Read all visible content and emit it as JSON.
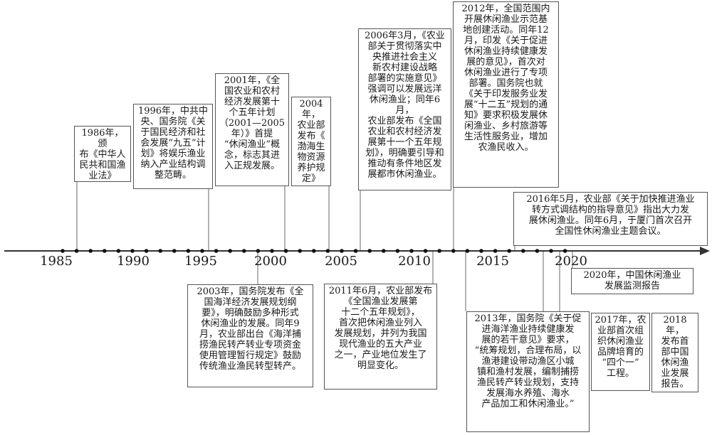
{
  "axis_years": [
    "1985",
    "1990",
    "1995",
    "2000",
    "2005",
    "2010",
    "2015",
    "2020"
  ],
  "events": [
    {
      "id": "e1986",
      "text": "1986年，颁\n布《中华人\n民共和国渔\n业法》"
    },
    {
      "id": "e1996",
      "text": "1996年，中共中\n央、国务院《关\n于国民经济和社\n会发展“九五”计\n划》将娱乐渔业\n纳入产业结构调\n整范畴。"
    },
    {
      "id": "e2001",
      "text": "2001年，《全\n国农业和农村\n经济发展第十\n个五年计划\n（2001—2005\n年）》首提\n“休闲渔业”概\n念，标志其进\n入正规发展。"
    },
    {
      "id": "e2004",
      "text": "2004年，\n农业部\n发布《\n渤海生\n物资源\n养护规\n定》"
    },
    {
      "id": "e2006",
      "text": "2006年3月，《农业\n部关于贯彻落实中\n央推进社会主义\n新农村建设战略\n部署的实施意见》\n强调可以发展远洋\n休闲渔业；同年6月，\n农业部发布《全国\n农业和农村经济发\n展第十一个五年规\n划》，明确要引导和\n推动有条件地区发\n展都市休闲渔业。"
    },
    {
      "id": "e2012",
      "text": "2012年，全国范围内\n开展休闲渔业示范基\n地创建活动。同年12\n月，印发《关于促进\n休闲渔业持续健康发\n展的意见》，首次对\n休闲渔业进行了专项\n部署。国务院也就\n《关于印发服务业发\n展“十二五”规划的通\n知》要求积极发展休\n闲渔业、乡村旅游等\n生活性服务业，增加\n农渔民收入。"
    },
    {
      "id": "e2016",
      "text": "2016年5月，农业部《关于加快推进渔业\n转方式调结构的指导意见》指出大力发\n展休闲渔业。同年6月，于厦门首次召开\n全国性休闲渔业主题会议。"
    },
    {
      "id": "e2003",
      "text": "2003年，国务院发布《全\n国海洋经济发展规划纲\n要》，明确鼓励多种形式\n休闲渔业的发展。同年9\n月，农业部出台《海洋捕\n捞渔民转产转业专项资金\n使用管理暂行规定》鼓励\n传统渔业渔民转型转产。"
    },
    {
      "id": "e2011",
      "text": "2011年6月，农业部发布\n《全国渔业发展第\n十二个五年规划》，\n首次把休闲渔业列入\n发展规划，并列为我国\n现代渔业的五大产业\n之一，产业地位发生了\n明显变化。"
    },
    {
      "id": "e2013",
      "text": "2013年，国务院《关于促\n进海洋渔业持续健康发\n展的若干意见》要求，\n“统筹规划，合理布局，以\n渔港建设带动渔区小城\n镇和渔村发展，编制捕捞\n渔民转产转业规划，支持\n发展海水养殖、海水\n产品加工和休闲渔业。”"
    },
    {
      "id": "e2017",
      "text": "2017年，农\n业部首次组\n织休闲渔业\n品牌培育的\n“四个一”\n工程。"
    },
    {
      "id": "e2018",
      "text": "2018年，\n发布首\n部中国\n休闲渔\n业发展\n报告。"
    },
    {
      "id": "e2020",
      "text": "2020年，中国休闲渔业\n发展监测报告"
    }
  ]
}
